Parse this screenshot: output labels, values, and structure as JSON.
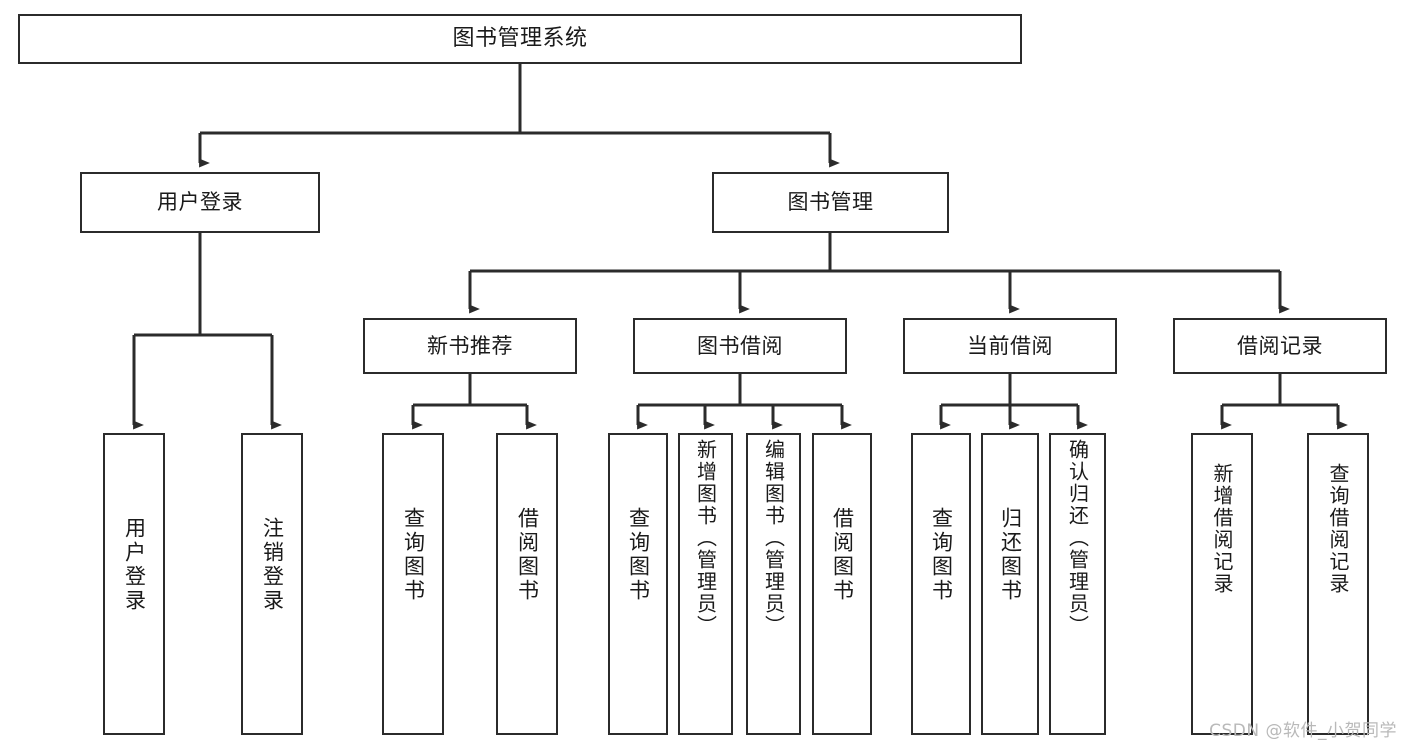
{
  "diagram": {
    "title": "图书管理系统",
    "type": "tree-hierarchy-chart",
    "watermark": "CSDN @软件_小贺同学",
    "colors": {
      "stroke": "#2b2b2b",
      "fill": "#ffffff",
      "text": "#1a1a1a",
      "watermark": "#b9b9b9"
    }
  },
  "nodes": {
    "root": {
      "label": "图书管理系统"
    },
    "level2": [
      {
        "id": "user-login",
        "label": "用户登录"
      },
      {
        "id": "book-manage",
        "label": "图书管理"
      }
    ],
    "level3": [
      {
        "id": "new-book-recommend",
        "label": "新书推荐"
      },
      {
        "id": "book-borrow",
        "label": "图书借阅"
      },
      {
        "id": "current-borrow",
        "label": "当前借阅"
      },
      {
        "id": "borrow-record",
        "label": "借阅记录"
      }
    ],
    "leaves": {
      "user-login": [
        {
          "id": "leaf-user-login",
          "label": "用户登录"
        },
        {
          "id": "leaf-logout-login",
          "label": "注销登录"
        }
      ],
      "new-book-recommend": [
        {
          "id": "leaf-query-book-1",
          "label": "查询图书"
        },
        {
          "id": "leaf-borrow-book-1",
          "label": "借阅图书"
        }
      ],
      "book-borrow": [
        {
          "id": "leaf-query-book-2",
          "label": "查询图书"
        },
        {
          "id": "leaf-add-book-admin",
          "label": "新增图书（管理员）"
        },
        {
          "id": "leaf-edit-book-admin",
          "label": "编辑图书（管理员）"
        },
        {
          "id": "leaf-borrow-book-2",
          "label": "借阅图书"
        }
      ],
      "current-borrow": [
        {
          "id": "leaf-query-book-3",
          "label": "查询图书"
        },
        {
          "id": "leaf-return-book",
          "label": "归还图书"
        },
        {
          "id": "leaf-confirm-return-admin",
          "label": "确认归还（管理员）"
        }
      ],
      "borrow-record": [
        {
          "id": "leaf-add-borrow-record",
          "label": "新增借阅记录"
        },
        {
          "id": "leaf-query-borrow-record",
          "label": "查询借阅记录"
        }
      ]
    }
  }
}
